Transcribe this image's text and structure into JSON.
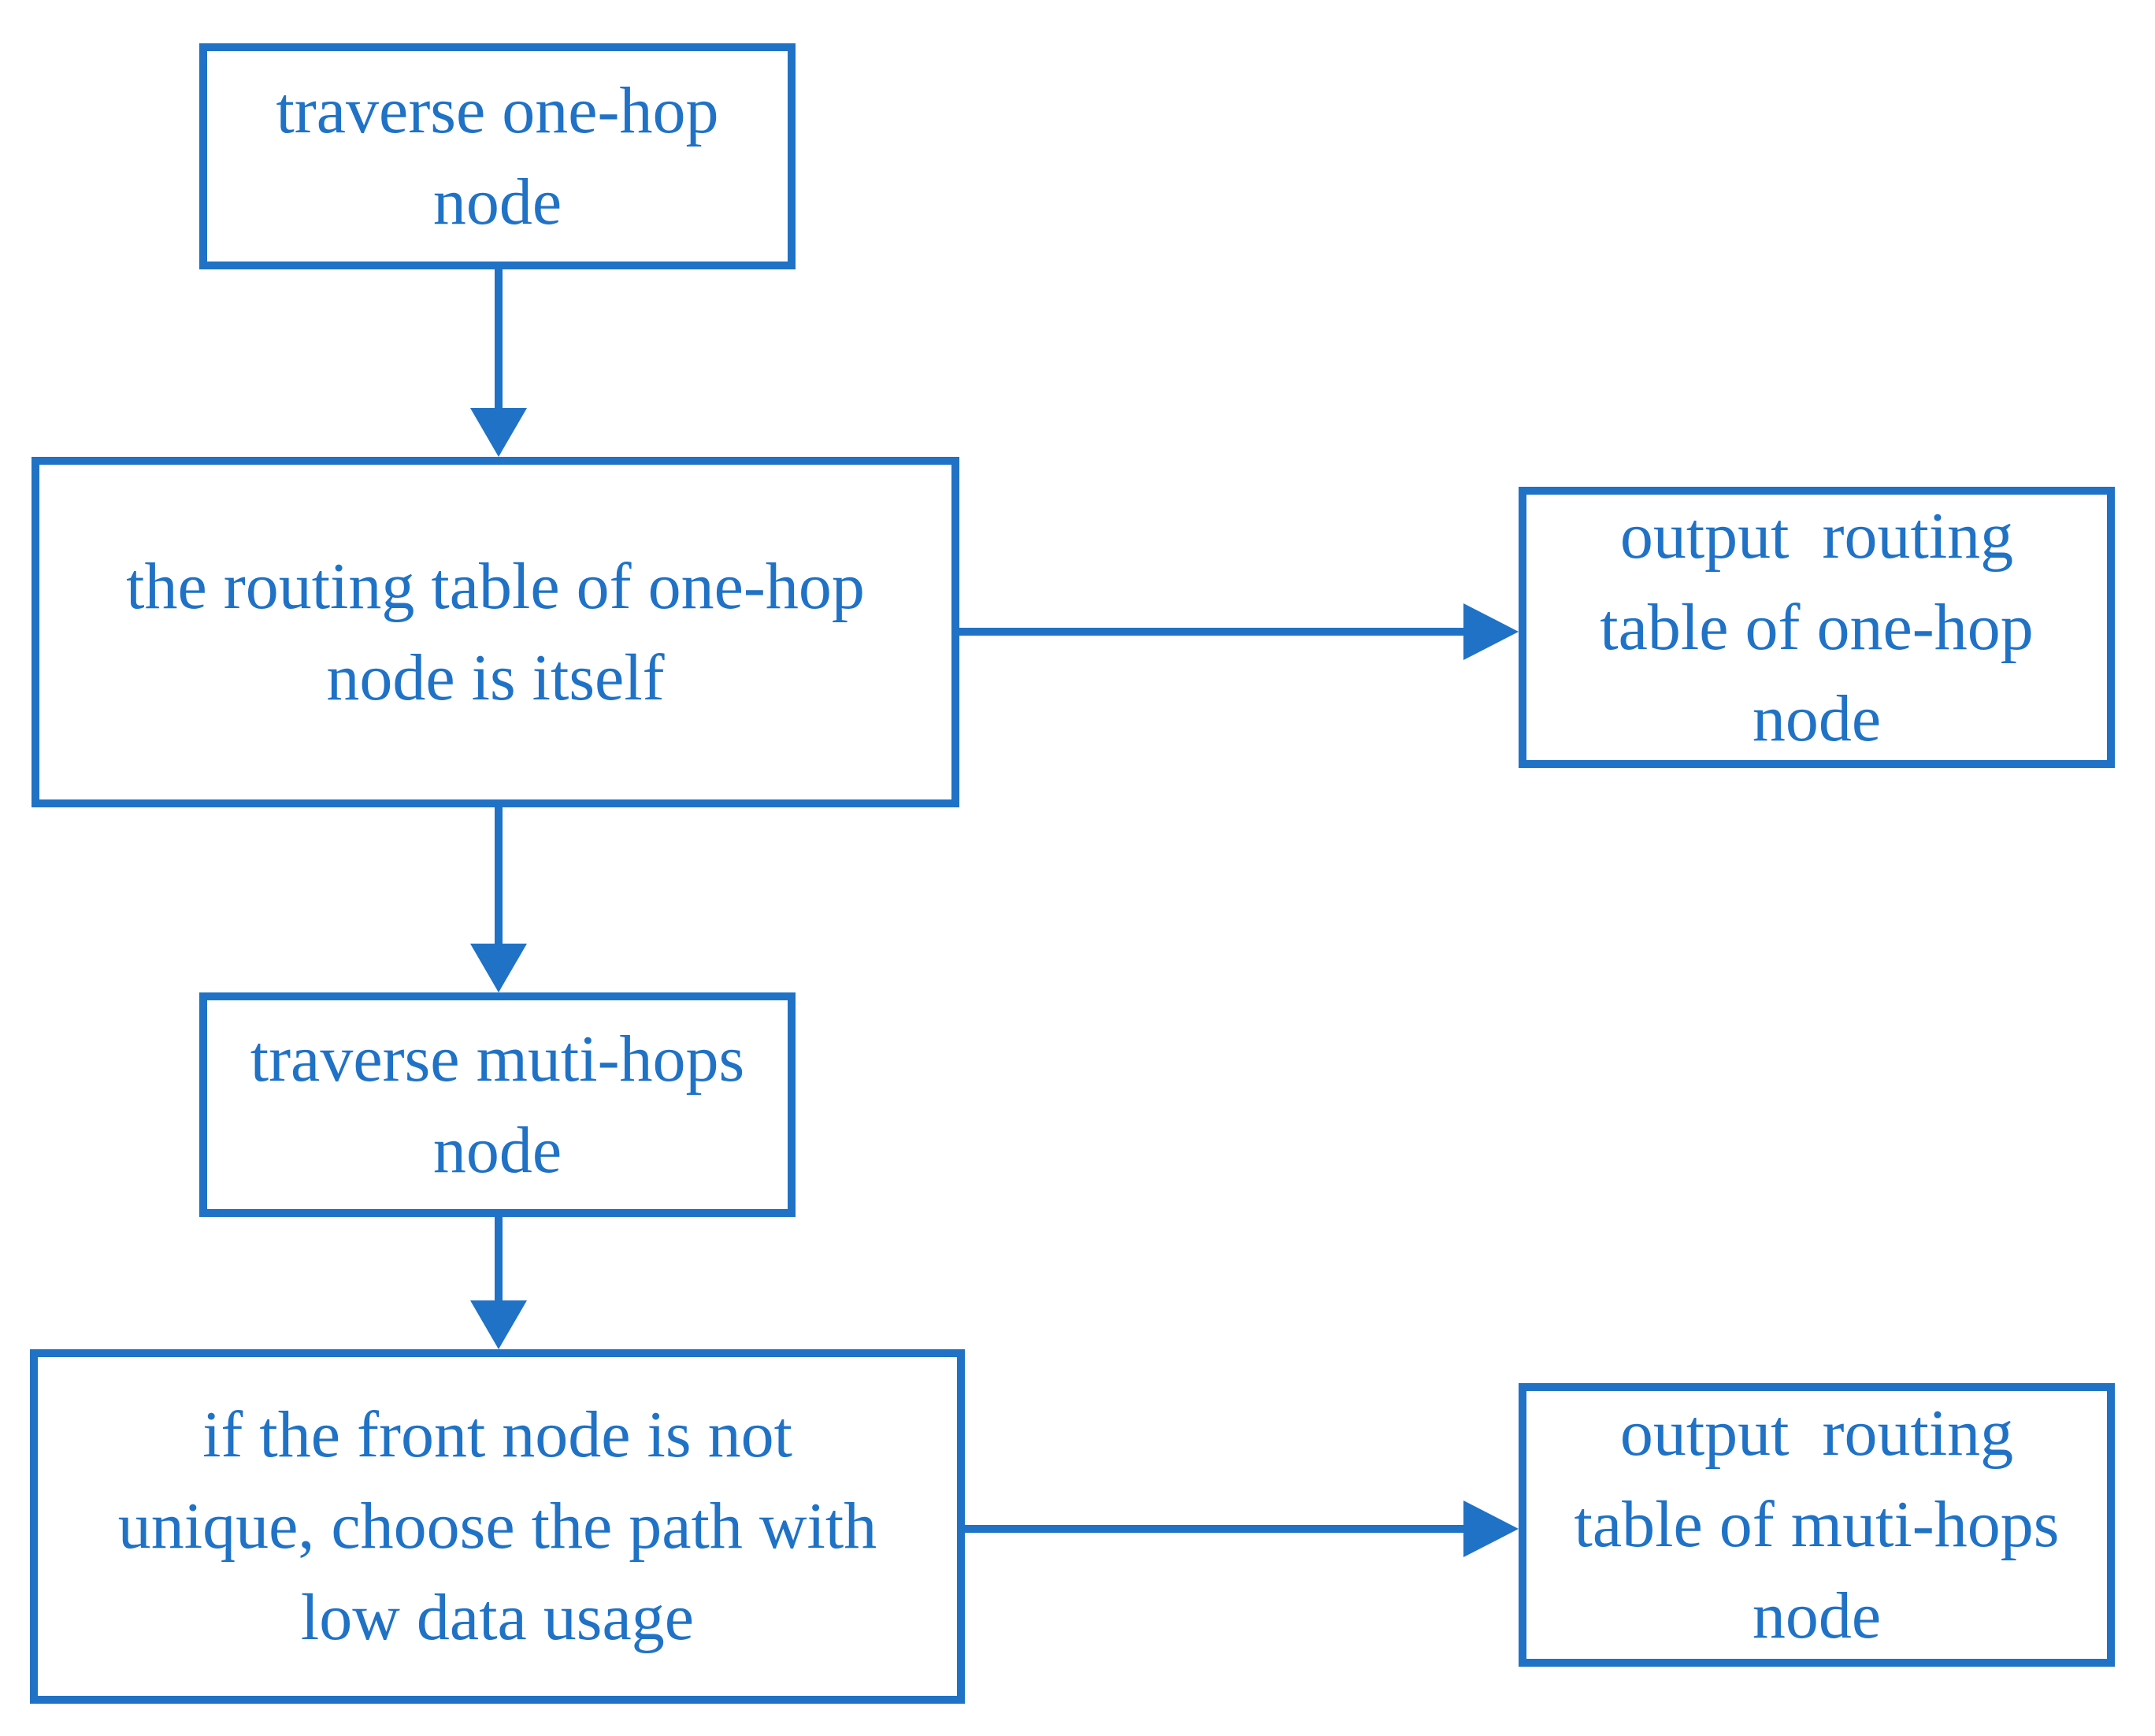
{
  "theme": {
    "accent_color": "#1F72C6",
    "background_color": "#FFFFFF"
  },
  "diagram": {
    "type": "flowchart",
    "nodes": [
      {
        "id": "traverse-one-hop",
        "lines": [
          "traverse one-hop",
          "node"
        ]
      },
      {
        "id": "routing-table-one-hop",
        "lines": [
          "the routing table of one-hop",
          "node is itself"
        ]
      },
      {
        "id": "output-one-hop",
        "lines": [
          "output  routing",
          "table of one-hop",
          "node"
        ]
      },
      {
        "id": "traverse-muti-hops",
        "lines": [
          "traverse muti-hops",
          "node"
        ]
      },
      {
        "id": "front-node-choice",
        "lines": [
          "if the front node is not",
          "unique, choose the path with",
          "low data usage"
        ]
      },
      {
        "id": "output-muti-hops",
        "lines": [
          "output  routing",
          "table of muti-hops",
          "node"
        ]
      }
    ],
    "connectors": [
      {
        "from": "traverse-one-hop",
        "to": "routing-table-one-hop",
        "direction": "down"
      },
      {
        "from": "routing-table-one-hop",
        "to": "output-one-hop",
        "direction": "right"
      },
      {
        "from": "routing-table-one-hop",
        "to": "traverse-muti-hops",
        "direction": "down"
      },
      {
        "from": "traverse-muti-hops",
        "to": "front-node-choice",
        "direction": "down"
      },
      {
        "from": "front-node-choice",
        "to": "output-muti-hops",
        "direction": "right"
      }
    ]
  }
}
